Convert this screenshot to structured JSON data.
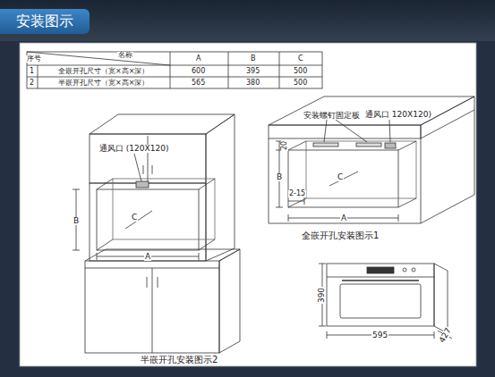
{
  "diagram": {
    "title": "安装图示",
    "labels": [
      "序号",
      "名称",
      "A",
      "B",
      "C",
      "1",
      "全嵌开孔尺寸（宽×高×深）",
      "600",
      "395",
      "500",
      "2",
      "半嵌开孔尺寸（宽×高×深）",
      "565",
      "380",
      "500",
      "安装螺钉固定板",
      "通风口 120X120)",
      "20",
      "B",
      "C",
      "2-15",
      "A",
      "全嵌开孔安装图示1",
      "通风口 (120X120)",
      "C",
      "B",
      "A",
      "半嵌开孔安装图示2",
      "390",
      "595",
      "427"
    ]
  }
}
